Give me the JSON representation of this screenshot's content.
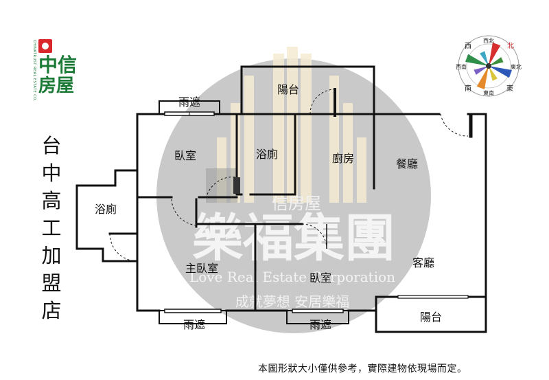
{
  "logo": {
    "english": "CHINATRUST REAL ESTATE CO.",
    "chinese_line1": "中信",
    "chinese_line2": "房屋"
  },
  "store_name": [
    "台",
    "中",
    "高",
    "工",
    "加",
    "盟",
    "店"
  ],
  "compass": {
    "top": "西北",
    "top_right": "北",
    "right": "東北",
    "bottom_right": "東",
    "bottom": "東南",
    "bottom_left": "南",
    "left": "西南",
    "top_left": "西"
  },
  "rooms": {
    "balcony_top": "陽台",
    "canopy_top": "雨遮",
    "bedroom_1": "臥室",
    "bathroom_1": "浴廁",
    "kitchen": "廚房",
    "dining": "餐廳",
    "bathroom_2": "浴廁",
    "master_bedroom": "主臥室",
    "bedroom_2": "臥室",
    "living": "客廳",
    "balcony_bottom": "陽台",
    "canopy_bottom_left": "雨遮",
    "canopy_bottom_right": "雨遮"
  },
  "watermark": {
    "brand_small": "信房屋",
    "group": "樂福集團",
    "english": "Love Real Estate Corporation",
    "slogan": "成就夢想 安居樂福"
  },
  "footnote": "本圖形狀大小僅供參考，實際建物依現場而定。",
  "colors": {
    "logo_green": "#1a7a35",
    "logo_red": "#d8262b",
    "watermark_grey": "#c9c9c9",
    "compass_red": "#d72f2f",
    "compass_blue": "#2c58b8",
    "compass_green": "#2f8f4a",
    "compass_orange": "#e58a2a"
  }
}
